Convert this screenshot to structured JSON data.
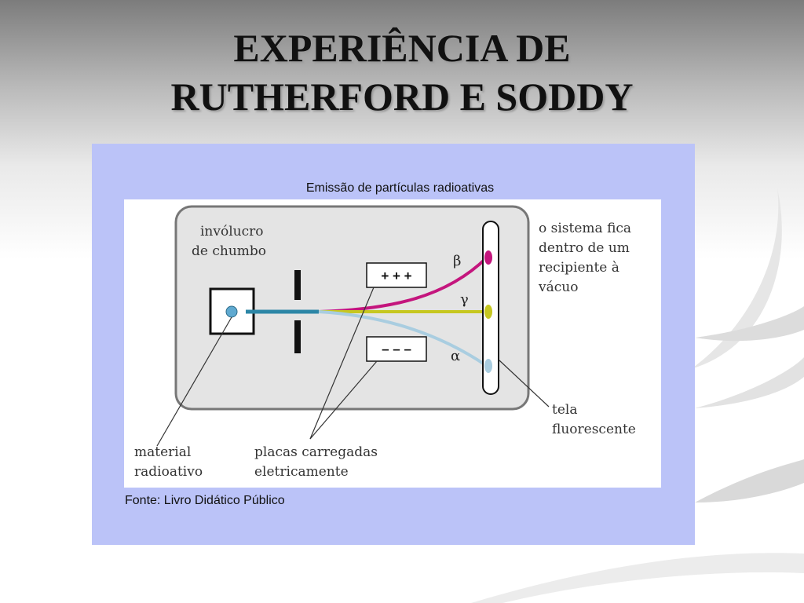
{
  "slide": {
    "title_lines": [
      "EXPERIÊNCIA DE",
      "RUTHERFORD E SODDY"
    ]
  },
  "figure": {
    "caption": "Emissão de partículas radioativas",
    "source": "Fonte: Livro Didático Público",
    "labels": {
      "lead_casing": [
        "invólucro",
        "de chumbo"
      ],
      "vacuum_note": [
        "o sistema fica",
        "dentro de um",
        "recipiente à",
        "vácuo"
      ],
      "radioactive_material": [
        "material",
        "radioativo"
      ],
      "charged_plates": [
        "placas carregadas",
        "eletricamente"
      ],
      "fluorescent_screen": [
        "tela",
        "fluorescente"
      ],
      "positive_plate": "+ + +",
      "negative_plate": "– – –",
      "beta": "β",
      "gamma": "γ",
      "alpha": "α"
    },
    "colors": {
      "panel": "#bbc3f8",
      "beta_ray": "#c4157d",
      "gamma_ray": "#c6c720",
      "alpha_ray": "#a9cde0",
      "source_beam": "#2c86a6",
      "enclosure": "#e4e4e4"
    }
  }
}
